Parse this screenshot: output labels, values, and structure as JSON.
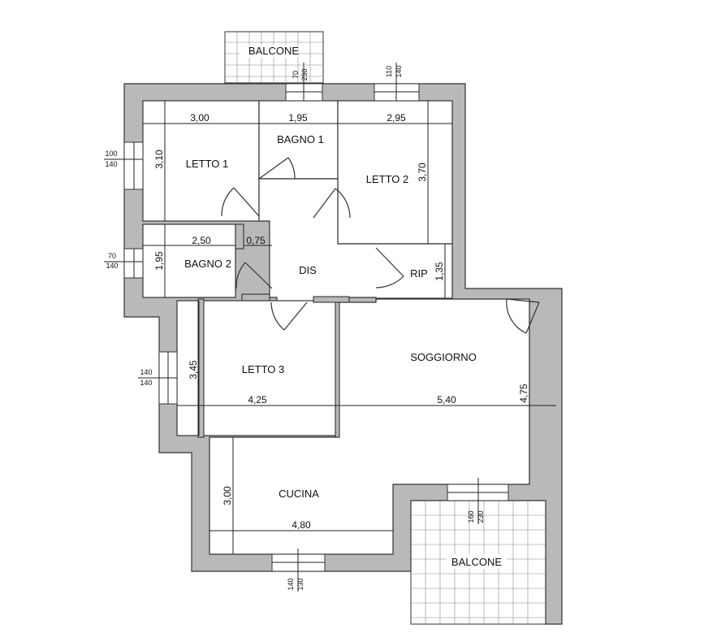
{
  "rooms": {
    "balcone_top": "BALCONE",
    "letto1": "LETTO 1",
    "bagno1": "BAGNO 1",
    "letto2": "LETTO 2",
    "bagno2": "BAGNO 2",
    "dis": "DIS",
    "rip": "RIP",
    "letto3": "LETTO 3",
    "soggiorno": "SOGGIORNO",
    "cucina": "CUCINA",
    "balcone_bottom": "BALCONE"
  },
  "dimensions": {
    "letto1_w": "3,00",
    "letto1_h": "3,10",
    "bagno1_w": "1,95",
    "letto2_w": "2,95",
    "letto2_h": "3,70",
    "bagno2_w": "2,50",
    "ripost_w": "0,75",
    "bagno2_h": "1,95",
    "rip_h": "1,35",
    "letto3_h": "3,45",
    "letto3_w": "4,25",
    "soggiorno_w": "5,40",
    "soggiorno_h": "4,75",
    "cucina_h": "3,00",
    "cucina_w": "4,80"
  },
  "windows": {
    "w_bagno1": {
      "top": "70",
      "bottom": "230"
    },
    "w_letto2": {
      "top": "110",
      "bottom": "140"
    },
    "w_letto1": {
      "top": "100",
      "bottom": "140"
    },
    "w_bagno2": {
      "top": "70",
      "bottom": "140"
    },
    "w_letto3": {
      "top": "140",
      "bottom": "140"
    },
    "w_soggiorno": {
      "top": "160",
      "bottom": "230"
    },
    "w_cucina": {
      "top": "140",
      "bottom": "130"
    }
  }
}
